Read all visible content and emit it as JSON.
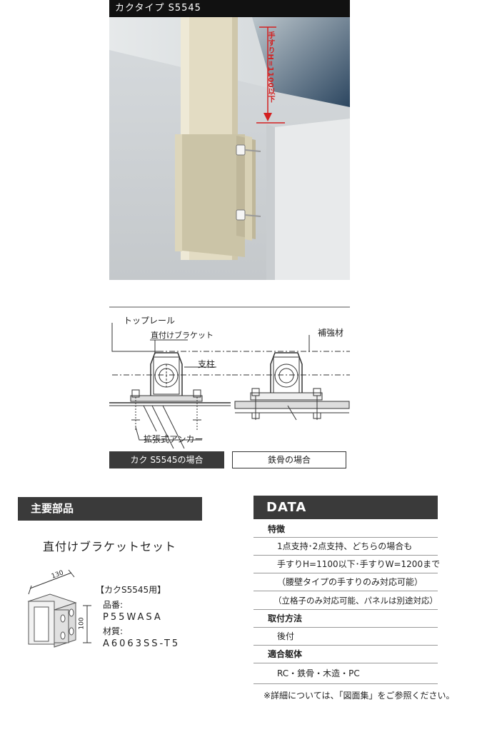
{
  "hero": {
    "title": "カクタイプ  S5545",
    "height_note": "手すりH=1100以下"
  },
  "diagram": {
    "labels": {
      "top_rail": "トップレール",
      "bracket": "直付けブラケット",
      "post": "支柱",
      "anchor": "拡張式アンカー",
      "reinforcement": "補強材"
    },
    "captions": {
      "concrete": "カク S5545の場合",
      "steel": "鉄骨の場合"
    }
  },
  "parts": {
    "header": "主要部品",
    "name": "直付けブラケットセット",
    "dim_width": "130",
    "dim_height": "100",
    "for_type": "【カクS5545用】",
    "part_no_label": "品番:",
    "part_no": "P55WASA",
    "material_label": "材質:",
    "material": "A6063SS-T5"
  },
  "data": {
    "header": "DATA",
    "features_title": "特徴",
    "features": [
      "1点支持･2点支持、どちらの場合も",
      "手すりH=1100以下･手すりW=1200まで",
      "（腰壁タイプの手すりのみ対応可能）",
      "（立格子のみ対応可能、パネルは別途対応）"
    ],
    "mounting_title": "取付方法",
    "mounting": "後付",
    "structure_title": "適合躯体",
    "structure": "RC・鉄骨・木造・PC",
    "note": "※詳細については、「図面集」をご参照ください。"
  },
  "colors": {
    "dark_bar": "#3a3a3a",
    "post": "#e3dcc3",
    "red_line": "#d32020"
  }
}
